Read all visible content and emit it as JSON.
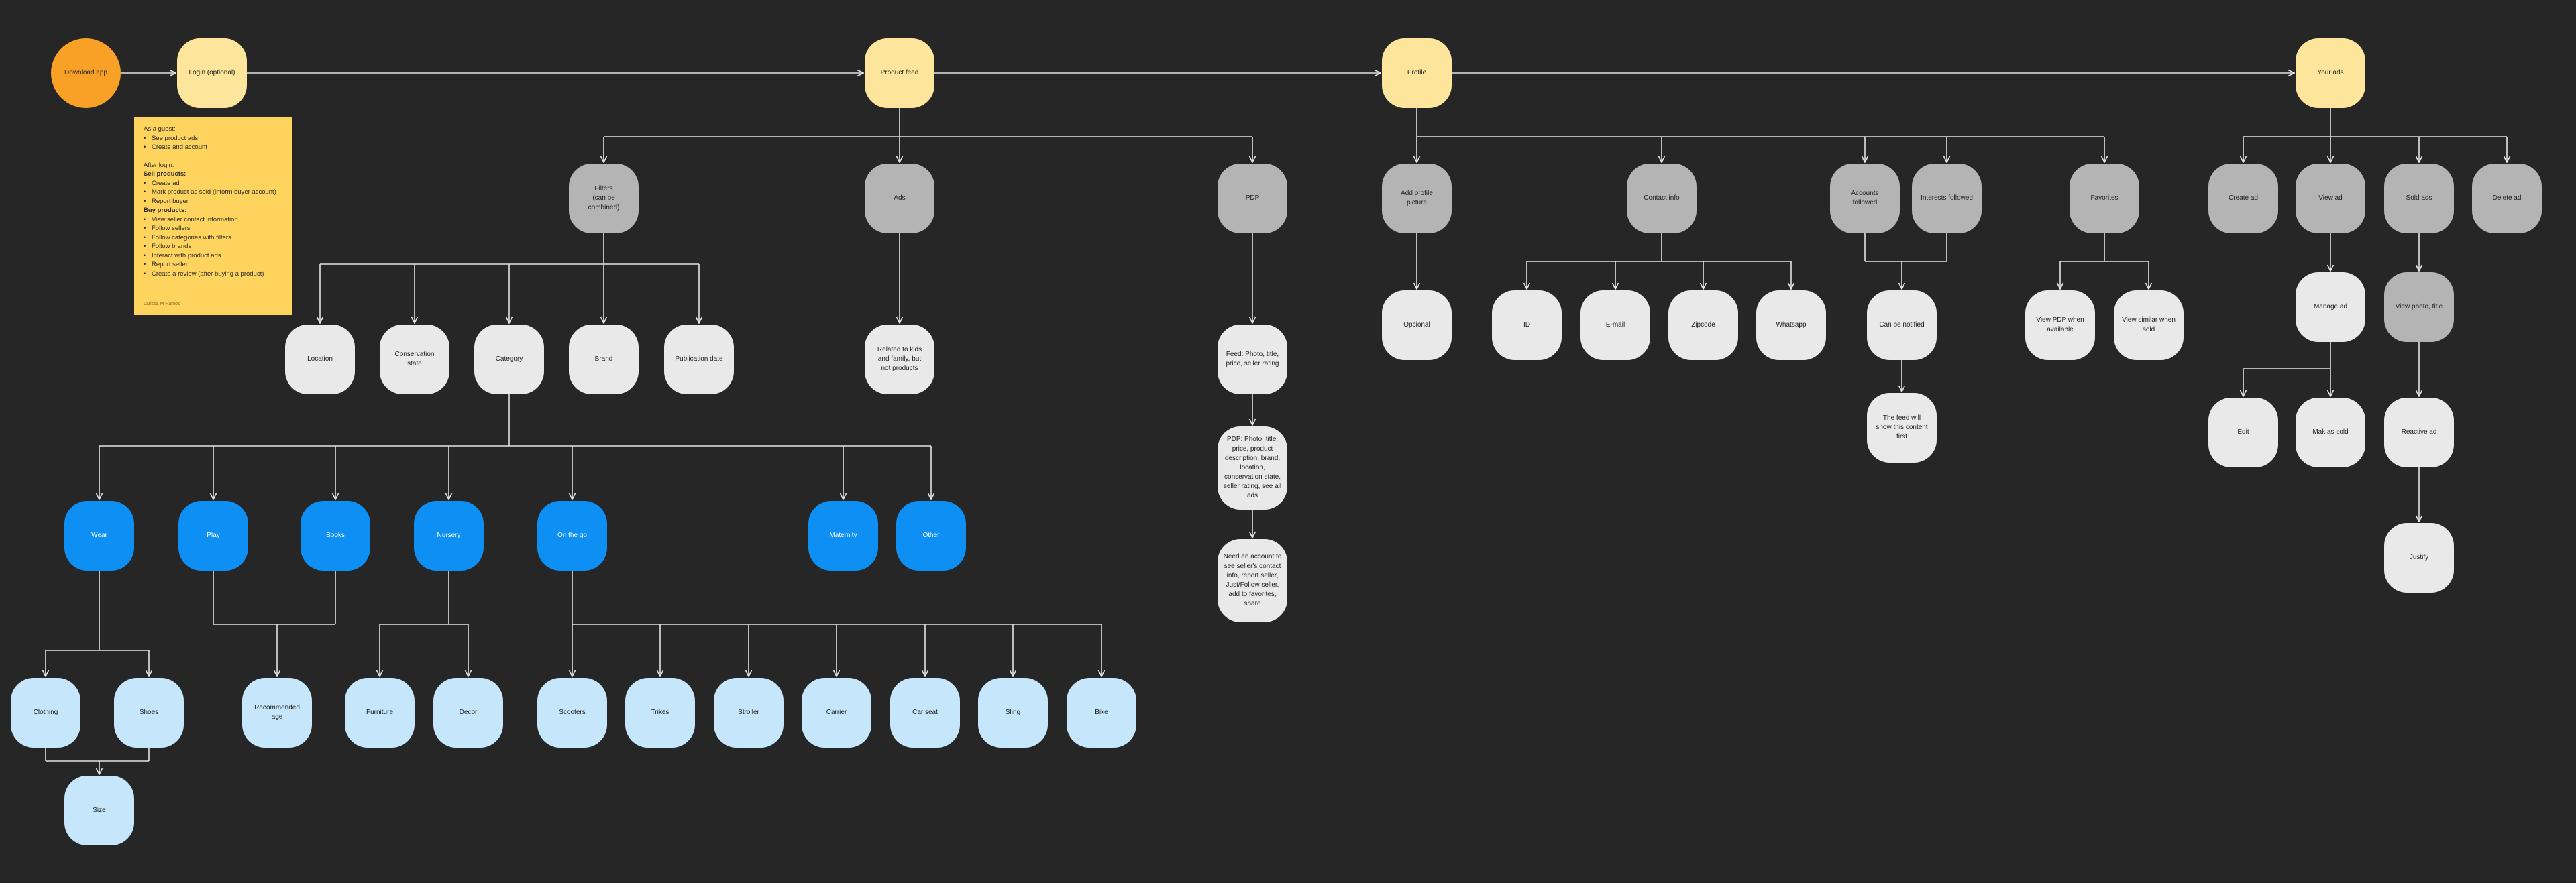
{
  "colors": {
    "background": "#262626",
    "connector": "#e3e3e3",
    "orange": "#f9a126",
    "yellow": "#fde59b",
    "gray": "#b4b4b4",
    "light": "#e9e9e9",
    "blue": "#0d8ff3",
    "light_blue": "#c5e6fb",
    "note": "#fed45f"
  },
  "nodes": {
    "download_app": "Download app",
    "login": "Login (optional)",
    "product_feed": "Product feed",
    "profile": "Profile",
    "your_ads": "Your ads",
    "filters": "Filters\n(can be combined)",
    "ads": "Ads",
    "pdp": "PDP",
    "add_profile_picture": "Add profile picture",
    "contact_info": "Contact info",
    "accounts_followed": "Accounts followed",
    "interests_followed": "Interests followed",
    "favorites": "Favorites",
    "create_ad": "Create ad",
    "view_ad": "View ad",
    "sold_ads": "Sold ads",
    "delete_ad": "Delete ad",
    "location": "Location",
    "conservation_state": "Conservation state",
    "category": "Category",
    "brand": "Brand",
    "publication_date": "Publication date",
    "related_kids": "Related to kids and family, but not products",
    "feed_pdp": "Feed: Photo, title, price, seller rating",
    "pdp_detail": "PDP: Photo, title, price, product description, brand, location, conservation state, seller rating, see all ads",
    "need_account": "Need an account to see seller's contact info, report seller, Just/Follow seller, add to favorites, share",
    "optional": "Opcional",
    "id": "ID",
    "email": "E-mail",
    "zipcode": "Zipcode",
    "whatsapp": "Whatsapp",
    "can_be_notified": "Can be notified",
    "feed_will_show": "The feed will show this content first",
    "view_pdp_available": "View PDP when available",
    "view_similar_sold": "View similar when sold",
    "manage_ad": "Manage ad",
    "view_photo_title": "View photo, title",
    "edit": "Edit",
    "mark_sold": "Mak as sold",
    "reactive_ad": "Reactive ad",
    "justify": "Justify",
    "wear": "Wear",
    "play": "Play",
    "books": "Books",
    "nursery": "Nursery",
    "on_the_go": "On the go",
    "maternity": "Maternity",
    "other": "Other",
    "clothing": "Clothing",
    "shoes": "Shoes",
    "recommended_age": "Recommended age",
    "furniture": "Furniture",
    "decor": "Decor",
    "scooters": "Scooters",
    "trikes": "Trikes",
    "stroller": "Stroller",
    "carrier": "Carrier",
    "car_seat": "Car seat",
    "sling": "Sling",
    "bike": "Bike",
    "size": "Size"
  },
  "note": {
    "guest_heading": "As a guest:",
    "guest_items": [
      "See product ads",
      "Create and account"
    ],
    "after_login": "After login:",
    "sell_heading": "Sell products:",
    "sell_items": [
      "Create ad",
      "Mark product as sold (inform buyer account)",
      "Report buyer"
    ],
    "buy_heading": "Buy products:",
    "buy_items": [
      "View seller contact information",
      "Follow sellers",
      "Follow categories with filters",
      "Follow brands",
      "Interact with product ads",
      "Report seller",
      "Create a review (after buying a product)"
    ],
    "credit": "Larissa M Ramos"
  }
}
